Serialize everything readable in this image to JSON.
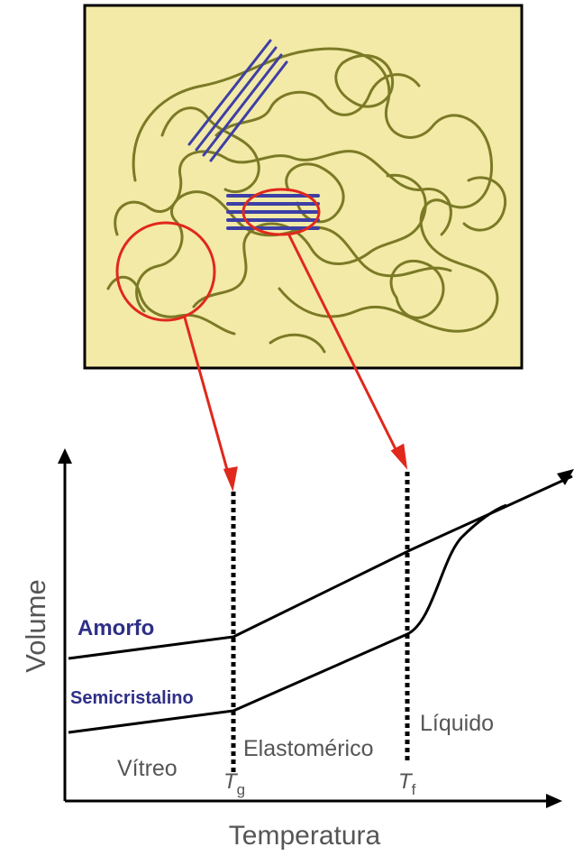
{
  "labels": {
    "ylabel": "Volume",
    "xlabel": "Temperatura",
    "amorfo": "Amorfo",
    "semicristalino": "Semicristalino",
    "vitreo": "Vítreo",
    "elastomerico": "Elastomérico",
    "liquido": "Líquido",
    "tg_main": "T",
    "tg_sub": "g",
    "tf_main": "T",
    "tf_sub": "f"
  },
  "colors": {
    "panel_fill": "#f3eaa7",
    "chain": "#7b7a26",
    "crystal": "#3d3fa6",
    "highlight": "#e0281c",
    "curve": "#000000",
    "series_label": "#2e2f86",
    "region_text": "#555555"
  }
}
